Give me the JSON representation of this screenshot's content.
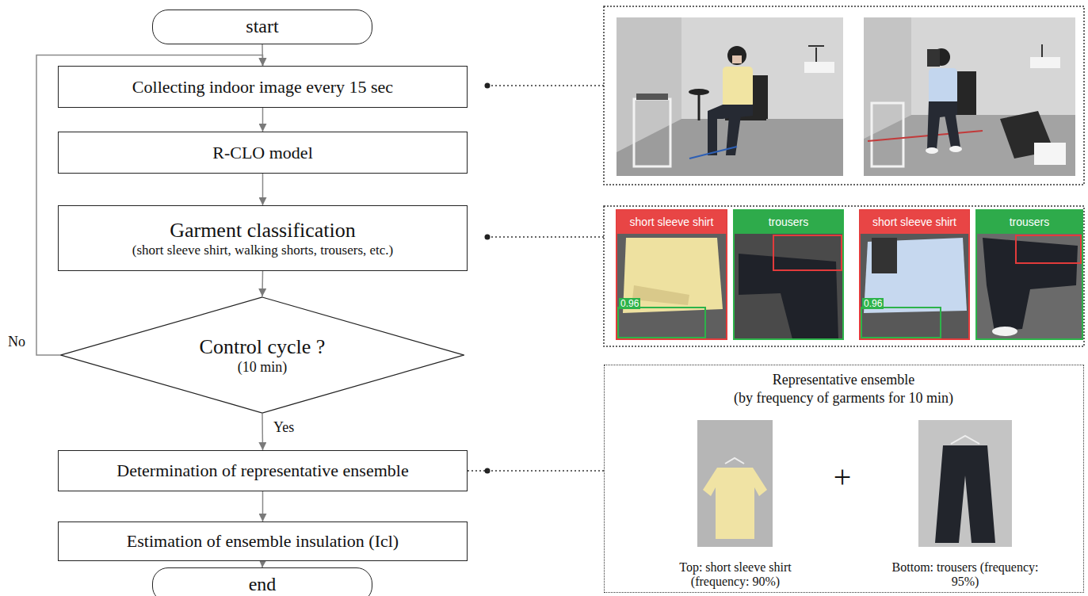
{
  "diagram": {
    "nodes": [
      {
        "text": [
          "start"
        ]
      },
      {
        "text": [
          "Collecting indoor image every 15 sec"
        ]
      },
      {
        "text": [
          "R-CLO model"
        ]
      },
      {
        "text": [
          "Garment classification",
          "(short sleeve shirt, walking shorts, trousers, etc.)"
        ]
      },
      {
        "text": [
          "Control cycle ?",
          "(10 min)"
        ]
      },
      {
        "text": [
          "Determination of representative ensemble"
        ]
      },
      {
        "text": [
          "Estimation of ensemble insulation (Icl)"
        ]
      },
      {
        "text": [
          "end"
        ]
      },
      {
        "text": [
          "short sleeve shirt"
        ]
      },
      {
        "text": [
          "trousers"
        ]
      },
      {
        "text": [
          "short sleeve shirt"
        ]
      },
      {
        "text": [
          "trousers"
        ]
      },
      {
        "text": [
          "Representative ensemble",
          "(by frequency of garments for 10 min)",
          "+",
          "Top: short sleeve shirt (frequency: 90%)",
          "Bottom: trousers (frequency: 95%)"
        ]
      }
    ],
    "edges": [
      {
        "from": 0,
        "to": 1,
        "arrow": "to"
      },
      {
        "from": 1,
        "to": 2,
        "arrow": "to"
      },
      {
        "from": 2,
        "to": 3,
        "arrow": "to"
      },
      {
        "from": 3,
        "to": 4,
        "arrow": "to"
      },
      {
        "from": 4,
        "to": 1,
        "label": "No",
        "arrow": "to"
      },
      {
        "from": 4,
        "to": 5,
        "label": "Yes",
        "arrow": "to"
      },
      {
        "from": 5,
        "to": 6,
        "arrow": "to"
      },
      {
        "from": 6,
        "to": 7,
        "arrow": "to"
      },
      {
        "from": 5,
        "to": 12,
        "arrow": "none"
      }
    ],
    "labels": [
      "0.96",
      "0.96"
    ]
  }
}
